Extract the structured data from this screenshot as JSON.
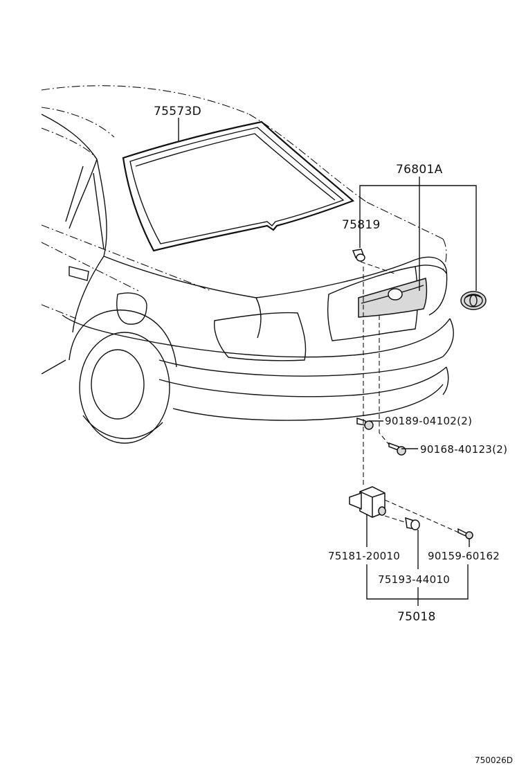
{
  "labels": {
    "window_seal": "75573D",
    "emblem_set": "76801A",
    "clip": "75819",
    "screw_upper": "90189-04102(2)",
    "screw_lower": "90168-40123(2)",
    "lamp_housing": "75181-20010",
    "screw_small": "90159-60162",
    "lamp_bulb": "75193-44010",
    "assembly": "75018"
  },
  "diagram_code": "750026D"
}
